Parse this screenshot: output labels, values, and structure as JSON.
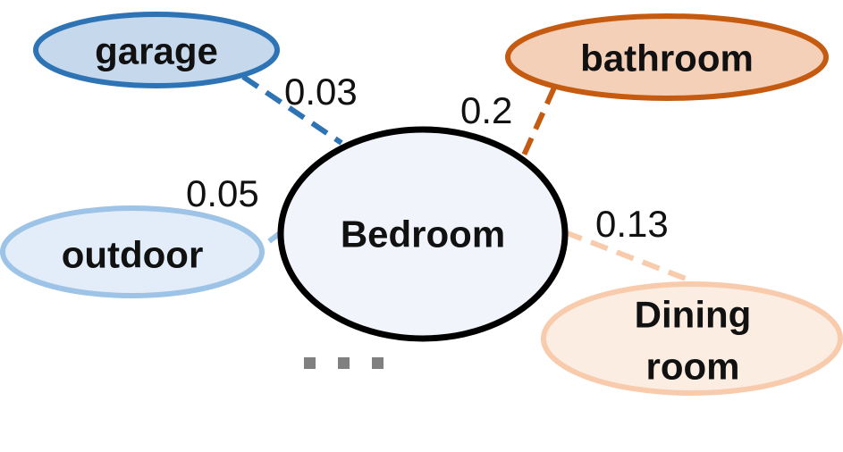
{
  "center": {
    "label": "Bedroom",
    "fill": "#f1f4fb",
    "stroke": "#000000"
  },
  "neighbors": [
    {
      "id": "garage",
      "label_lines": [
        "garage"
      ],
      "weight": "0.03",
      "fill": "#c5d8ec",
      "stroke": "#2e74b5"
    },
    {
      "id": "bathroom",
      "label_lines": [
        "bathroom"
      ],
      "weight": "0.2",
      "fill": "#f4d0b8",
      "stroke": "#c55a11"
    },
    {
      "id": "outdoor",
      "label_lines": [
        "outdoor"
      ],
      "weight": "0.05",
      "fill": "#e3edf9",
      "stroke": "#9dc3e6"
    },
    {
      "id": "dining-room",
      "label_lines": [
        "Dining",
        "room"
      ],
      "weight": "0.13",
      "fill": "#fcede3",
      "stroke": "#f8cbad"
    }
  ],
  "more_indicator": "more-nodes-ellipsis"
}
